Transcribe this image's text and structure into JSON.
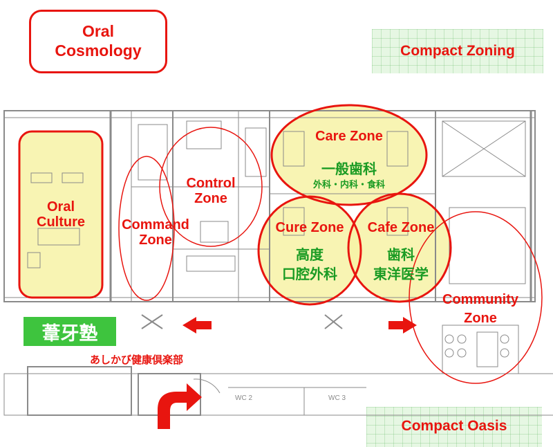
{
  "title": "Oral\nCosmology",
  "compact_zoning": "Compact Zoning",
  "compact_oasis": "Compact Oasis",
  "brand": "葦牙塾",
  "club": "あしかび健康倶楽部",
  "zones": {
    "oral_culture": "Oral\nCulture",
    "command": "Command\nZone",
    "control": "Control\nZone",
    "care": "Care Zone",
    "care_sub1": "一般歯科",
    "care_sub2": "外科・内科・食科",
    "cure": "Cure Zone",
    "cure_sub1": "高度",
    "cure_sub2": "口腔外科",
    "cafe": "Cafe Zone",
    "cafe_sub1": "歯科",
    "cafe_sub2": "東洋医学",
    "community": "Community\nZone"
  },
  "plan_labels": {
    "wc_left": "WC 2",
    "wc_right": "WC 3"
  },
  "colors": {
    "accent_red": "#e8150f",
    "zone_yellow": "#f7f2a6",
    "brand_green": "#3ec43e",
    "grid_green": "#e6f7e3",
    "plan_gray": "#8a8a8a"
  }
}
